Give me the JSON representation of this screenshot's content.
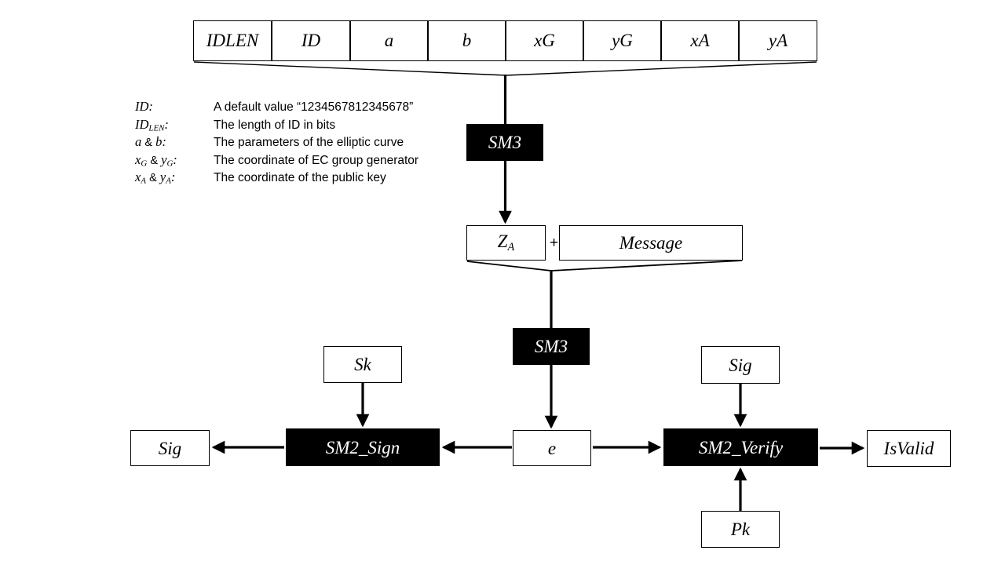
{
  "diagram": {
    "title": "SM2 signature and verification flow",
    "colors": {
      "stroke": "#000000",
      "fill_dark": "#000000",
      "fill_light": "#ffffff"
    },
    "header_table": {
      "name": "user-identity-fields-table",
      "columns": [
        {
          "label": "ID",
          "sub": "LEN"
        },
        {
          "label": "ID",
          "sub": ""
        },
        {
          "label": "a",
          "sub": ""
        },
        {
          "label": "b",
          "sub": ""
        },
        {
          "label": "x",
          "sub": "G"
        },
        {
          "label": "y",
          "sub": "G"
        },
        {
          "label": "x",
          "sub": "A"
        },
        {
          "label": "y",
          "sub": "A"
        }
      ]
    },
    "legend": [
      {
        "key": "ID",
        "key_sub": "",
        "key_suffix": ":",
        "value": "A default value “1234567812345678”"
      },
      {
        "key": "ID",
        "key_sub": "LEN",
        "key_suffix": ":",
        "value": "The length of ID in bits"
      },
      {
        "key": "a & b",
        "key_sub": "",
        "key_suffix": ":",
        "value": "The parameters of the elliptic curve"
      },
      {
        "key": "x_G & y_G",
        "key_sub": "",
        "key_suffix": ":",
        "value": "The coordinate of EC group generator"
      },
      {
        "key": "x_A & y_A",
        "key_sub": "",
        "key_suffix": ":",
        "value": "The coordinate of the public key"
      }
    ],
    "nodes": {
      "sm3_top": {
        "label": "SM3",
        "style": "filled"
      },
      "z_a": {
        "label": "Z",
        "sub": "A",
        "style": "outline"
      },
      "concat_operator": {
        "label": "+"
      },
      "message": {
        "label": "Message",
        "style": "outline"
      },
      "sm3_mid": {
        "label": "SM3",
        "style": "filled"
      },
      "e": {
        "label": "e",
        "style": "outline"
      },
      "sk": {
        "label": "Sk",
        "style": "outline"
      },
      "sm2_sign": {
        "label": "SM2_Sign",
        "style": "filled"
      },
      "sig_out": {
        "label": "Sig",
        "style": "outline"
      },
      "sig_in": {
        "label": "Sig",
        "style": "outline"
      },
      "sm2_verify": {
        "label": "SM2_Verify",
        "style": "filled"
      },
      "pk": {
        "label": "Pk",
        "style": "outline"
      },
      "is_valid": {
        "label": "IsValid",
        "style": "outline"
      }
    }
  }
}
